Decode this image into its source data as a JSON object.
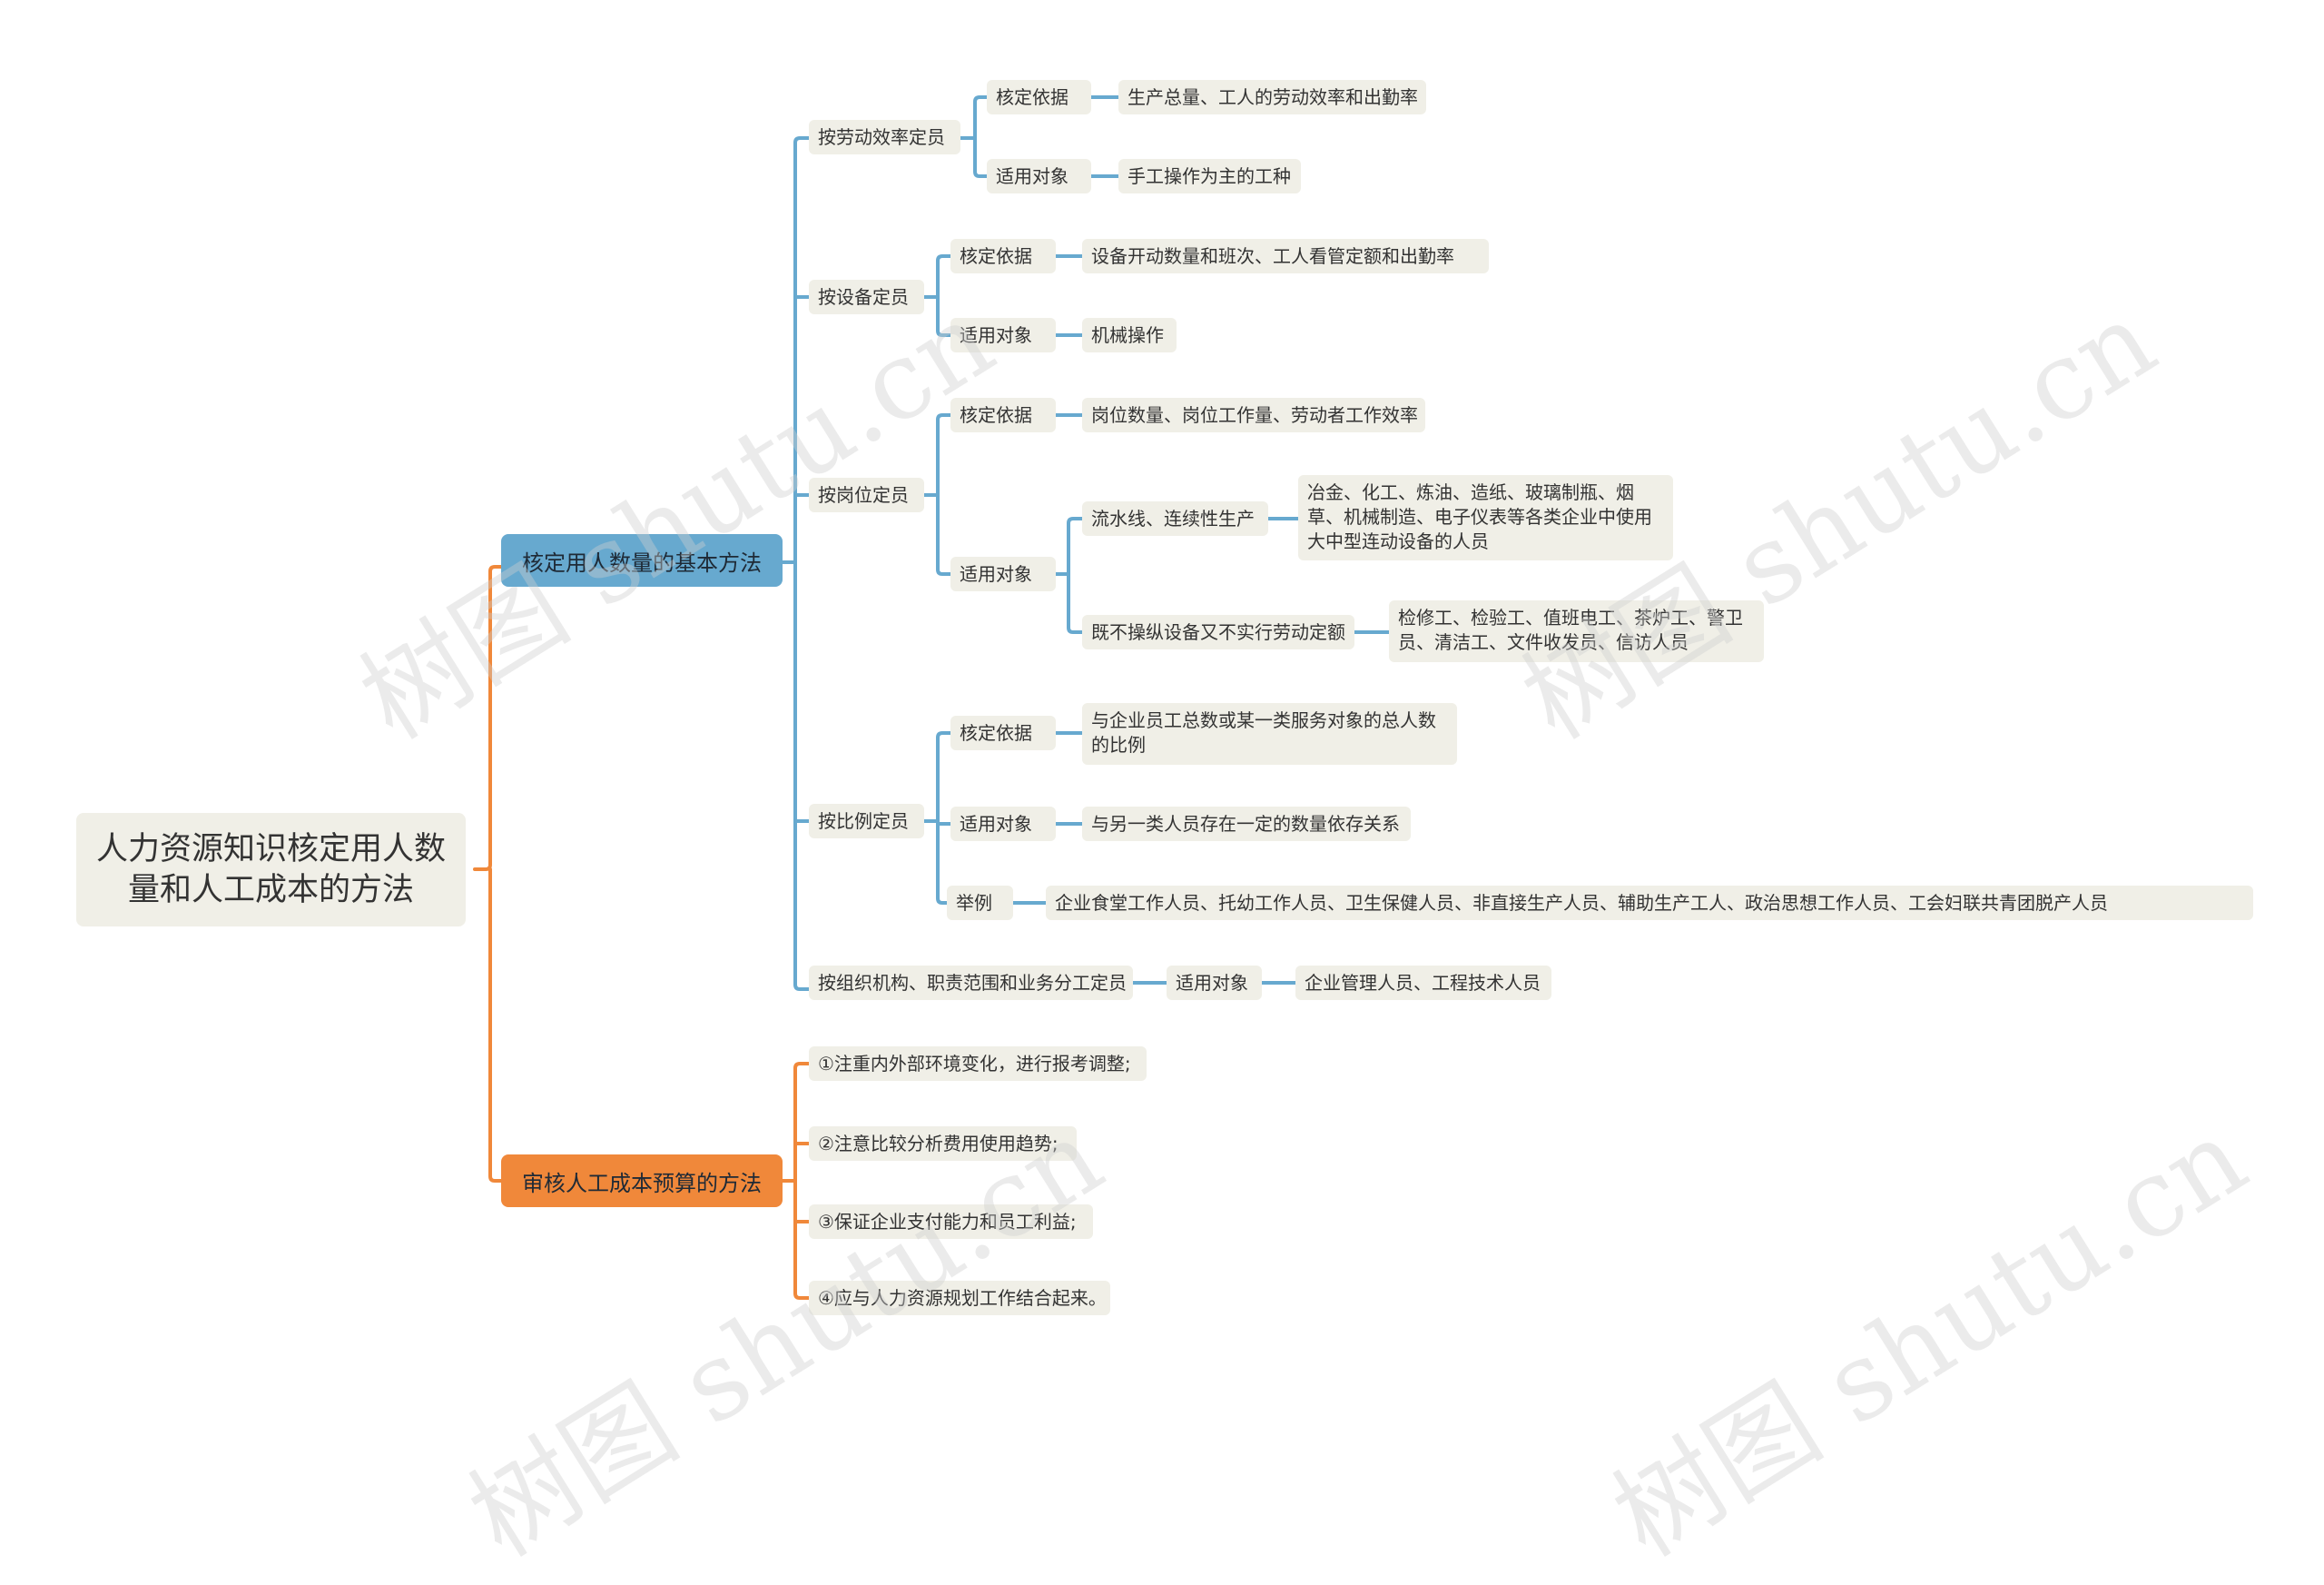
{
  "root": {
    "title": "人力资源知识核定用人数量和人工成本的方法"
  },
  "branches": {
    "basic": {
      "label": "核定用人数量的基本方法",
      "m1": {
        "label": "按劳动效率定员",
        "basis_label": "核定依据",
        "basis": "生产总量、工人的劳动效率和出勤率",
        "target_label": "适用对象",
        "target": "手工操作为主的工种"
      },
      "m2": {
        "label": "按设备定员",
        "basis_label": "核定依据",
        "basis": "设备开动数量和班次、工人看管定额和出勤率",
        "target_label": "适用对象",
        "target": "机械操作"
      },
      "m3": {
        "label": "按岗位定员",
        "basis_label": "核定依据",
        "basis": "岗位数量、岗位工作量、劳动者工作效率",
        "target_label": "适用对象",
        "sub1": {
          "label": "流水线、连续性生产",
          "value": "冶金、化工、炼油、造纸、玻璃制瓶、烟草、机械制造、电子仪表等各类企业中使用大中型连动设备的人员"
        },
        "sub2": {
          "label": "既不操纵设备又不实行劳动定额",
          "value": "检修工、检验工、值班电工、茶炉工、警卫员、清洁工、文件收发员、信访人员"
        }
      },
      "m4": {
        "label": "按比例定员",
        "basis_label": "核定依据",
        "basis": "与企业员工总数或某一类服务对象的总人数的比例",
        "target_label": "适用对象",
        "target": "与另一类人员存在一定的数量依存关系",
        "example_label": "举例",
        "example": "企业食堂工作人员、托幼工作人员、卫生保健人员、非直接生产人员、辅助生产工人、政治思想工作人员、工会妇联共青团脱产人员"
      },
      "m5": {
        "label": "按组织机构、职责范围和业务分工定员",
        "target_label": "适用对象",
        "target": "企业管理人员、工程技术人员"
      }
    },
    "audit": {
      "label": "审核人工成本预算的方法",
      "items": [
        "①注重内外部环境变化，进行报考调整;",
        "②注意比较分析费用使用趋势;",
        "③保证企业支付能力和员工利益;",
        "④应与人力资源规划工作结合起来。"
      ]
    }
  },
  "watermark": "树图 shutu.cn",
  "colors": {
    "blue": "#67a9cf",
    "orange": "#f0883a",
    "node_bg": "#f0efe7"
  }
}
